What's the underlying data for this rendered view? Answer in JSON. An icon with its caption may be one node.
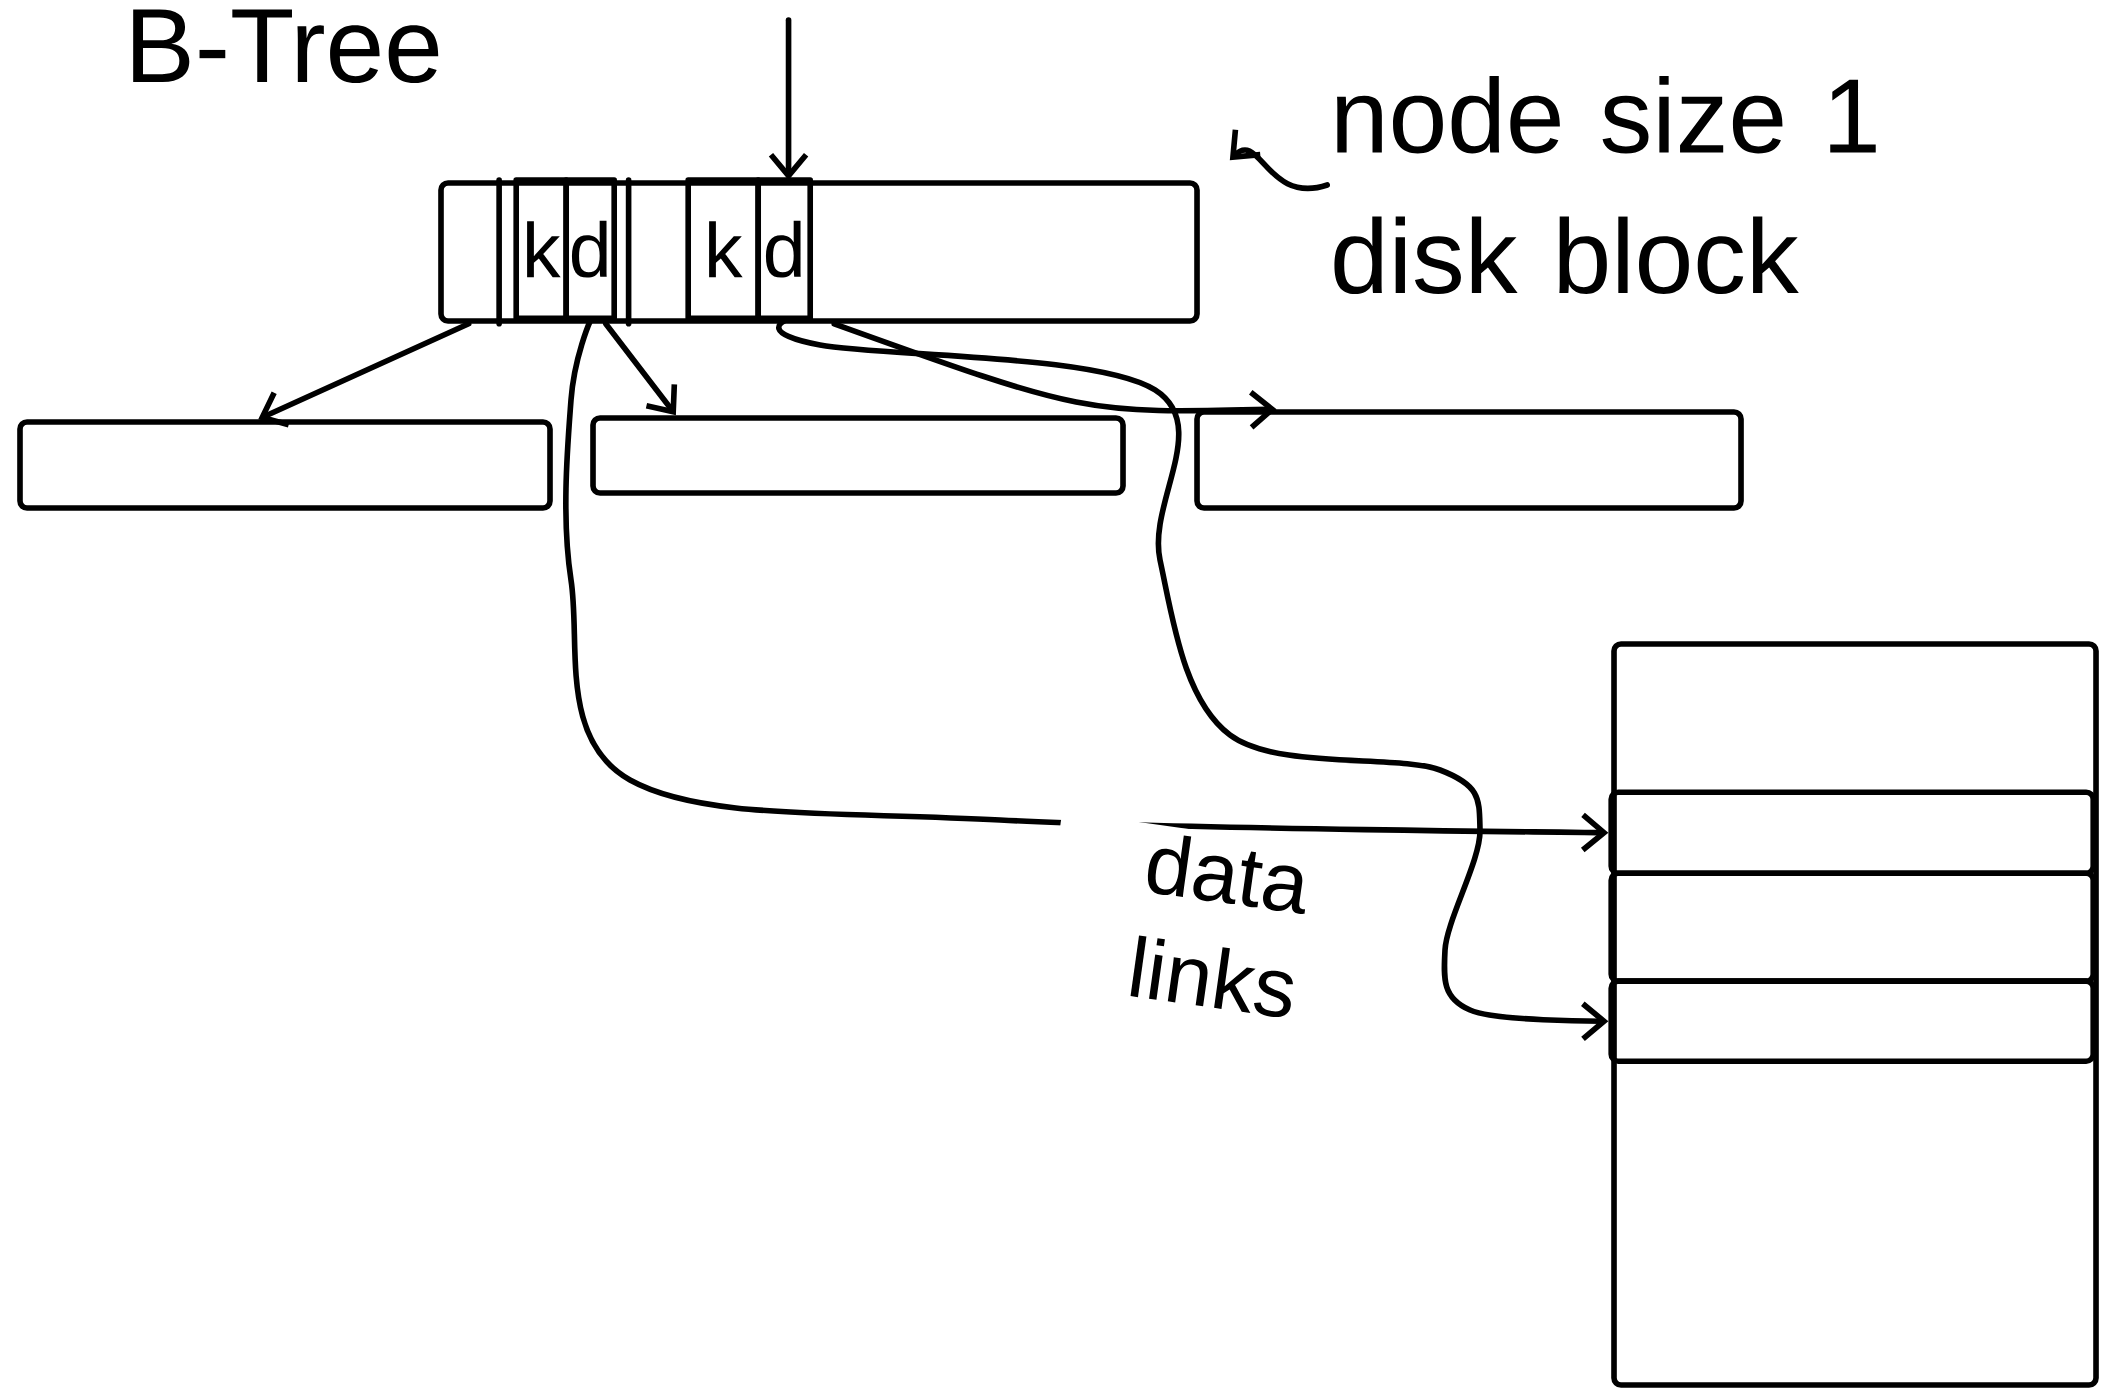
{
  "diagram": {
    "title": "B-Tree",
    "nodes": [
      {
        "text": [],
        "shape": "box"
      },
      {
        "text": [
          "k"
        ],
        "in": 0
      },
      {
        "text": [
          "d"
        ],
        "in": 0
      },
      {
        "text": [
          "k"
        ],
        "in": 0
      },
      {
        "text": [
          "d"
        ],
        "in": 0
      },
      {
        "text": [],
        "shape": "box"
      },
      {
        "text": [],
        "shape": "box"
      },
      {
        "text": [],
        "shape": "box"
      },
      {
        "text": [
          "node size 1 disk block"
        ]
      },
      {
        "text": [],
        "shape": "box"
      },
      {
        "text": [],
        "shape": "box",
        "in": 9
      },
      {
        "text": [],
        "shape": "box",
        "in": 9
      },
      {
        "text": [],
        "shape": "box",
        "in": 9
      }
    ],
    "edges": [
      {
        "from": null,
        "to": 0,
        "arrow": "to"
      },
      {
        "from": 8,
        "to": 0,
        "arrow": "to"
      },
      {
        "from": 0,
        "to": 5,
        "arrow": "to"
      },
      {
        "from": 0,
        "to": 6,
        "arrow": "to"
      },
      {
        "from": 0,
        "to": 7,
        "arrow": "to"
      },
      {
        "from": 2,
        "to": 10,
        "arrow": "to",
        "label": "data links"
      },
      {
        "from": 4,
        "to": 12,
        "arrow": "to"
      }
    ]
  }
}
